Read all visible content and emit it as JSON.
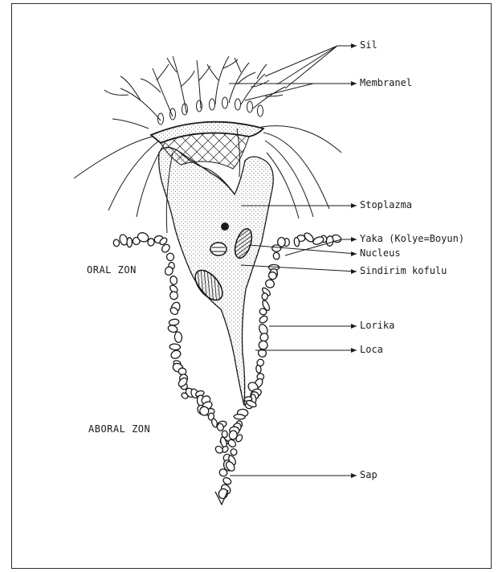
{
  "labels": {
    "sil": "Sil",
    "membranel": "Membranel",
    "stoplazma": "Stoplazma",
    "yaka": "Yaka (Kolye=Boyun)",
    "nucleus": "Nucleus",
    "sindirim": "Sindirim kofulu",
    "lorika": "Lorika",
    "loca": "Loca",
    "sap": "Sap"
  },
  "zones": {
    "oral": "ORAL ZON",
    "aboral": "ABORAL ZON"
  },
  "colors": {
    "ink": "#1a1a1a",
    "background": "#ffffff"
  }
}
